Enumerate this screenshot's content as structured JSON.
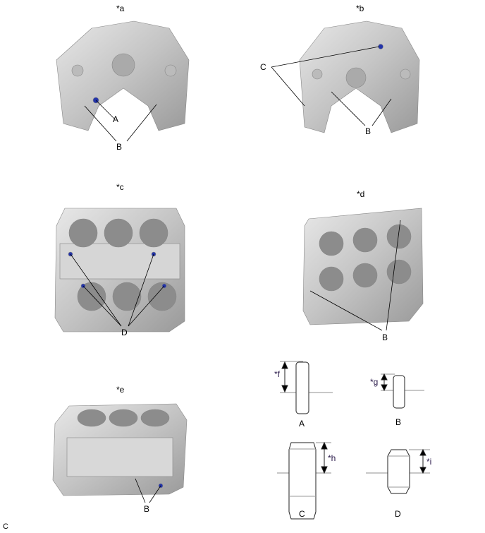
{
  "views": {
    "a": {
      "title": "*a",
      "callouts": [
        "A",
        "B"
      ]
    },
    "b": {
      "title": "*b",
      "callouts": [
        "C",
        "B"
      ]
    },
    "c": {
      "title": "*c",
      "callouts": [
        "D"
      ]
    },
    "d": {
      "title": "*d",
      "callouts": [
        "B"
      ]
    },
    "e": {
      "title": "*e",
      "callouts": [
        "B"
      ]
    }
  },
  "pins": [
    {
      "label": "A",
      "dimension": "*f"
    },
    {
      "label": "B",
      "dimension": "*g"
    },
    {
      "label": "C",
      "dimension": "*h"
    },
    {
      "label": "D",
      "dimension": "*i"
    }
  ],
  "figure_code": "C",
  "colors": {
    "marker": "#2233aa",
    "metal": "#c8c8c8"
  }
}
